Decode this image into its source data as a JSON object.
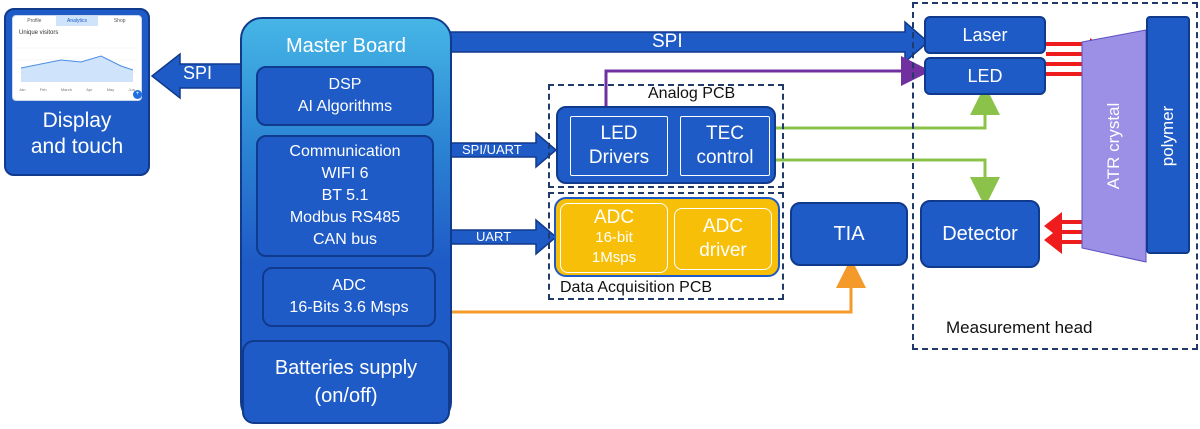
{
  "display": {
    "tabs": [
      "Profile",
      "Analytics",
      "Shop"
    ],
    "chart_title": "Unique visitors",
    "x_ticks": [
      "Jan",
      "Feb",
      "March",
      "Apr",
      "May",
      "Jun"
    ],
    "label_line1": "Display",
    "label_line2": "and touch"
  },
  "links": {
    "spi_left": "SPI",
    "spi_top": "SPI",
    "spi_uart": "SPI/UART",
    "uart": "UART"
  },
  "master": {
    "title": "Master Board",
    "dsp_line1": "DSP",
    "dsp_line2": "AI Algorithms",
    "comm_lines": [
      "Communication",
      "WIFI 6",
      "BT 5.1",
      "Modbus RS485",
      "CAN bus"
    ],
    "adc_line1": "ADC",
    "adc_line2": "16-Bits 3.6 Msps",
    "battery_line1": "Batteries supply",
    "battery_line2": "(on/off)"
  },
  "analog_pcb": {
    "title": "Analog PCB",
    "led_drivers_line1": "LED",
    "led_drivers_line2": "Drivers",
    "tec_line1": "TEC",
    "tec_line2": "control"
  },
  "daq_pcb": {
    "title": "Data Acquisition PCB",
    "adc_title": "ADC",
    "adc_line2": "16-bit",
    "adc_line3": "1Msps",
    "driver_line1": "ADC",
    "driver_line2": "driver"
  },
  "tia": "TIA",
  "measurement_head": {
    "title": "Measurement head",
    "laser": "Laser",
    "led": "LED",
    "detector": "Detector",
    "crystal": "ATR crystal",
    "polymer": "polymer"
  },
  "colors": {
    "block_blue": "#1f5bc6",
    "arrow_blue": "#1f5bc6",
    "master_top": "#46b6e6",
    "yellow": "#f7bf08",
    "purple_wire": "#7030a0",
    "green_wire": "#8bc34a",
    "orange_wire": "#f39a2b",
    "red_beam": "#ee1c1c",
    "crystal_fill": "#9b8fe6"
  }
}
